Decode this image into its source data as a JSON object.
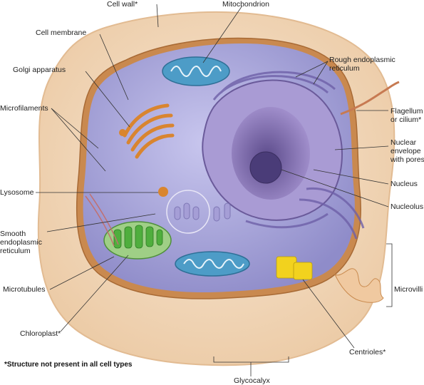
{
  "labels": {
    "cell_wall": "Cell wall*",
    "mitochondrion": "Mitochondrion",
    "cell_membrane": "Cell membrane",
    "rough_er_1": "Rough endoplasmic",
    "rough_er_2": "reticulum",
    "golgi": "Golgi apparatus",
    "microfilaments": "Microfilaments",
    "flagellum_1": "Flagellum",
    "flagellum_2": "or cilium*",
    "nuclear_env_1": "Nuclear",
    "nuclear_env_2": "envelope",
    "nuclear_env_3": "with pores",
    "nucleus": "Nucleus",
    "lysosome": "Lysosome",
    "nucleolus": "Nucleolus",
    "smooth_er_1": "Smooth",
    "smooth_er_2": "endoplasmic",
    "smooth_er_3": "reticulum",
    "microtubules": "Microtubules",
    "microvilli": "Microvilli",
    "chloroplast": "Chloroplast*",
    "centrioles": "Centrioles*",
    "glycocalyx": "Glycocalyx"
  },
  "footnote": "*Structure not present in all cell types",
  "colors": {
    "cell_wall": "#f3d9bd",
    "membrane": "#c98a4e",
    "cytoplasm": "#b9b6e6",
    "nucleus": "#8a78b8",
    "mitochondrion": "#5aa8d0",
    "golgi": "#d9852f",
    "chloroplast": "#5dbb4a",
    "centrioles": "#f2d21e"
  }
}
